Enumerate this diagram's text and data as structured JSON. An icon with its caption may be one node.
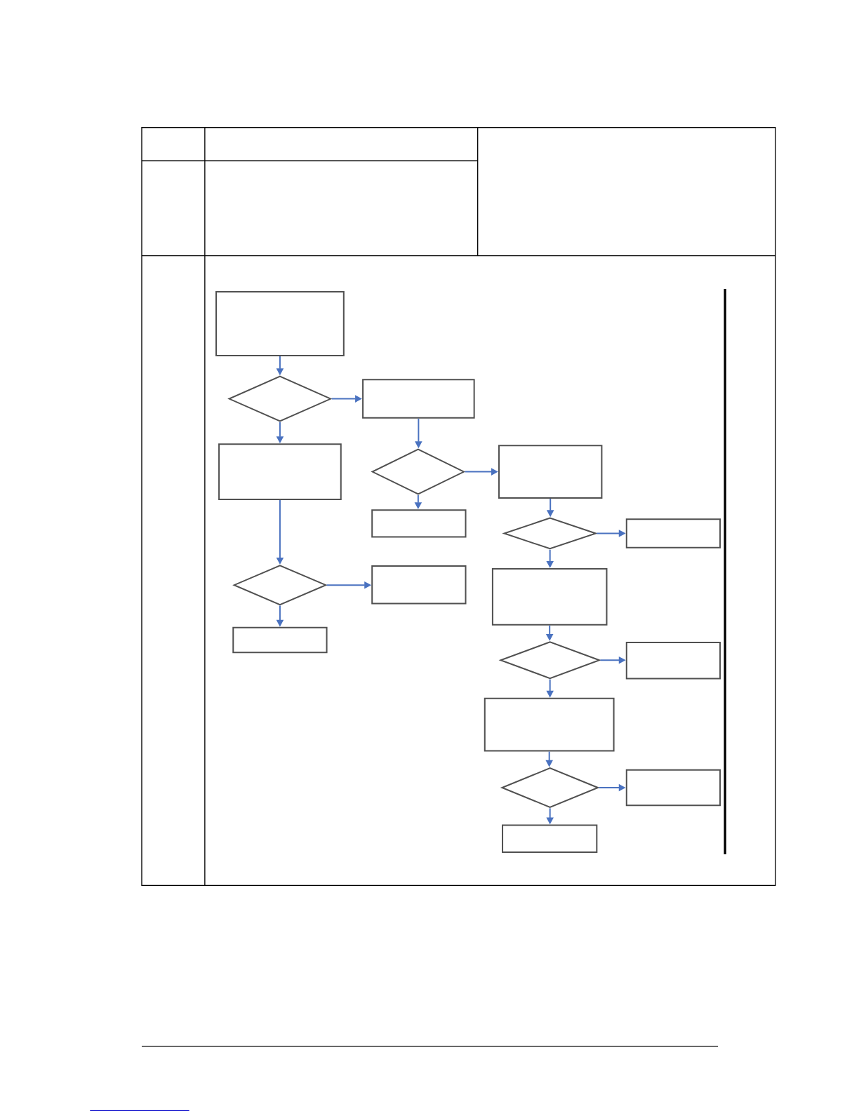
{
  "diagram": {
    "nodes": [
      {
        "text": [],
        "shape": "box"
      },
      {
        "text": [],
        "shape": "diamond"
      },
      {
        "text": [],
        "shape": "box"
      },
      {
        "text": [],
        "shape": "box"
      },
      {
        "text": [],
        "shape": "diamond"
      },
      {
        "text": [],
        "shape": "box"
      },
      {
        "text": [],
        "shape": "box"
      },
      {
        "text": [],
        "shape": "diamond"
      },
      {
        "text": [],
        "shape": "box"
      },
      {
        "text": [],
        "shape": "diamond"
      },
      {
        "text": [],
        "shape": "box"
      },
      {
        "text": [],
        "shape": "box"
      },
      {
        "text": [],
        "shape": "box"
      },
      {
        "text": [],
        "shape": "diamond"
      },
      {
        "text": [],
        "shape": "box"
      },
      {
        "text": [],
        "shape": "box"
      },
      {
        "text": [],
        "shape": "diamond"
      },
      {
        "text": [],
        "shape": "box"
      },
      {
        "text": [],
        "shape": "box"
      }
    ],
    "edges": [
      {
        "from": 0,
        "to": 1,
        "arrow": "to"
      },
      {
        "from": 1,
        "to": 2,
        "arrow": "to"
      },
      {
        "from": 1,
        "to": 3,
        "arrow": "to"
      },
      {
        "from": 2,
        "to": 4,
        "arrow": "to"
      },
      {
        "from": 4,
        "to": 5,
        "arrow": "to"
      },
      {
        "from": 4,
        "to": 6,
        "arrow": "to"
      },
      {
        "from": 5,
        "to": 7,
        "arrow": "to"
      },
      {
        "from": 7,
        "to": 8,
        "arrow": "to"
      },
      {
        "from": 7,
        "to": 11,
        "arrow": "to"
      },
      {
        "from": 3,
        "to": 9,
        "arrow": "to"
      },
      {
        "from": 9,
        "to": 10,
        "arrow": "to"
      },
      {
        "from": 9,
        "to": 12,
        "arrow": "to"
      },
      {
        "from": 11,
        "to": 13,
        "arrow": "to"
      },
      {
        "from": 13,
        "to": 14,
        "arrow": "to"
      },
      {
        "from": 13,
        "to": 15,
        "arrow": "to"
      },
      {
        "from": 15,
        "to": 16,
        "arrow": "to"
      },
      {
        "from": 16,
        "to": 17,
        "arrow": "to"
      },
      {
        "from": 16,
        "to": 18,
        "arrow": "to"
      }
    ]
  }
}
